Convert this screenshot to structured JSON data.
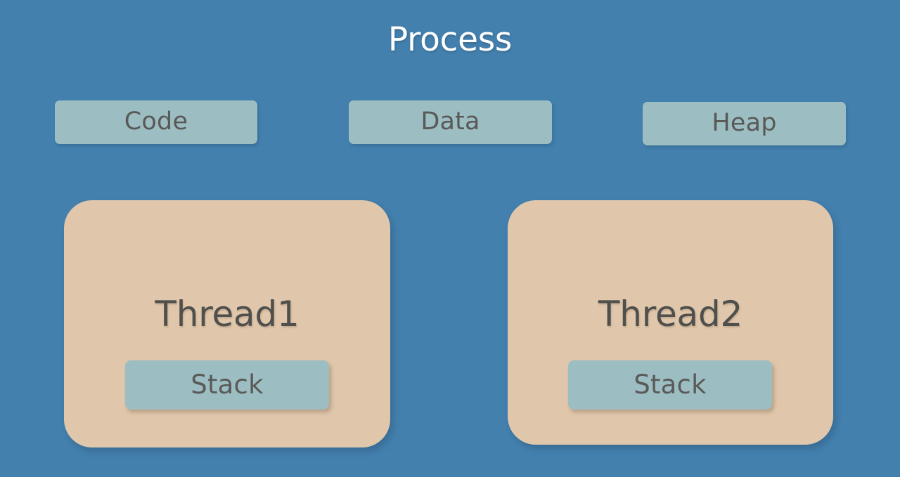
{
  "diagram": {
    "title": "Process",
    "background_color": "#4380ae",
    "segment_color": "#9cbec2",
    "thread_color": "#e0c7ab",
    "title_color": "#ffffff",
    "label_color": "#595957",
    "segments": [
      {
        "label": "Code"
      },
      {
        "label": "Data"
      },
      {
        "label": "Heap"
      }
    ],
    "threads": [
      {
        "label": "Thread1",
        "stack_label": "Stack"
      },
      {
        "label": "Thread2",
        "stack_label": "Stack"
      }
    ]
  }
}
